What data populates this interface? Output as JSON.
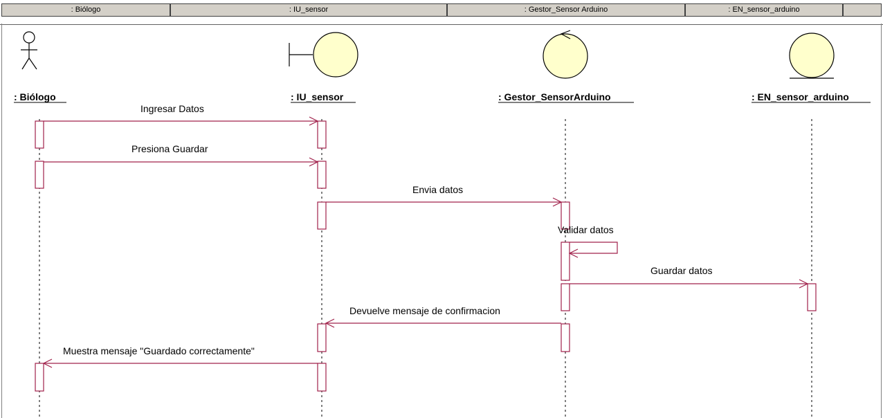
{
  "header": {
    "cells": [
      ": Biólogo",
      ": IU_sensor",
      ": Gestor_Sensor Arduino",
      ": EN_sensor_arduino",
      ""
    ]
  },
  "lifelines": [
    {
      "id": "biologo",
      "label": ": Biólogo",
      "icon": "actor-icon"
    },
    {
      "id": "iu",
      "label": ": IU_sensor",
      "icon": "boundary-icon"
    },
    {
      "id": "gestor",
      "label": ": Gestor_SensorArduino",
      "icon": "control-icon"
    },
    {
      "id": "en",
      "label": ": EN_sensor_arduino",
      "icon": "entity-icon"
    }
  ],
  "messages": [
    {
      "label": "Ingresar Datos",
      "from": "biologo",
      "to": "iu"
    },
    {
      "label": "Presiona Guardar",
      "from": "biologo",
      "to": "iu"
    },
    {
      "label": "Envia datos",
      "from": "iu",
      "to": "gestor"
    },
    {
      "label": "Validar datos",
      "from": "gestor",
      "to": "gestor"
    },
    {
      "label": "Guardar datos",
      "from": "gestor",
      "to": "en"
    },
    {
      "label": "Devuelve mensaje de confirmacion",
      "from": "gestor",
      "to": "iu"
    },
    {
      "label": "Muestra mensaje \"Guardado correctamente\"",
      "from": "iu",
      "to": "biologo"
    }
  ],
  "colors": {
    "message_line": "#a0204a",
    "lifeline_shape": "#a0204a",
    "shape_fill": "#ffffcc",
    "icon_stroke": "#000000",
    "text": "#000000"
  }
}
